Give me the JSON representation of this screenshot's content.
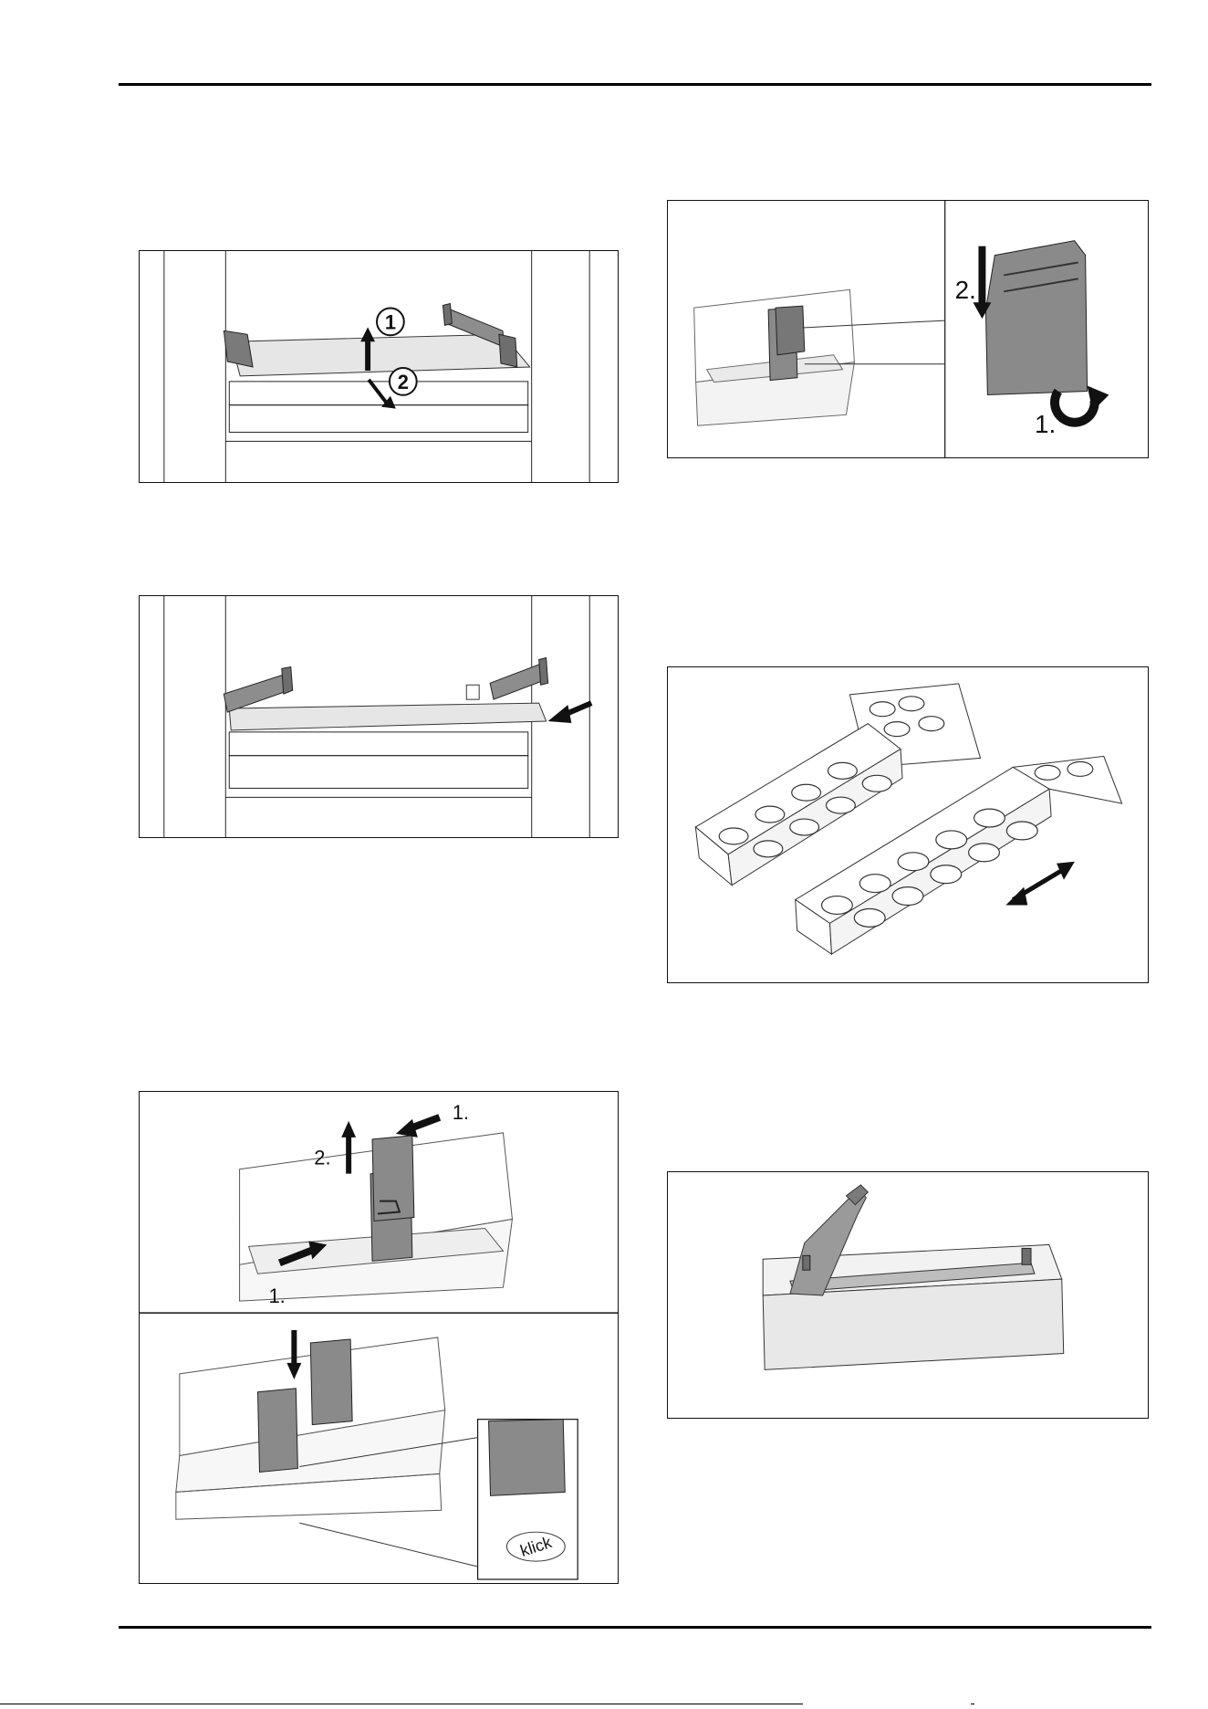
{
  "figures": {
    "shelf_remove": {
      "step1": "1",
      "step2": "2"
    },
    "door_insert": {
      "label_2": "2.",
      "label_1": "1."
    },
    "divider_remove": {
      "label_1_top": "1.",
      "label_2": "2.",
      "label_1_bottom": "1.",
      "click_text": "klick"
    }
  },
  "colors": {
    "line": "#111111",
    "panel_dark": "#8a8a8a",
    "shelf_light": "#ececec",
    "arrow": "#111111"
  }
}
